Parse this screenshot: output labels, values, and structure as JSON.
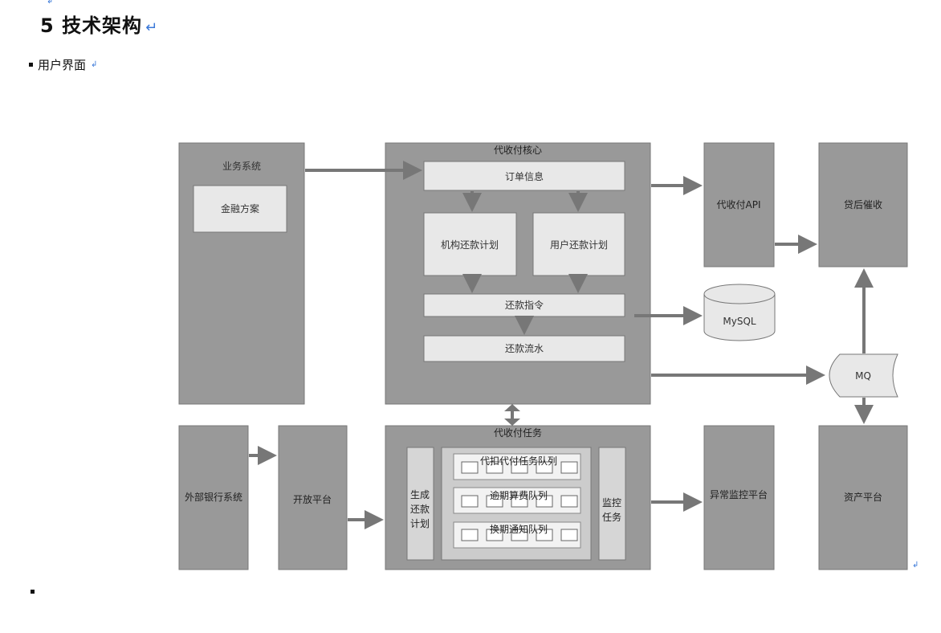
{
  "heading": {
    "number": "5",
    "title": "技术架构",
    "return_mark": "↵"
  },
  "section": {
    "label": "用户界面",
    "mark": "↲"
  },
  "end_mark": "↲",
  "colors": {
    "box_dark": "#999999",
    "box_light": "#e8e8e8",
    "stroke": "#777777",
    "arrow": "#777777",
    "text": "#333333"
  },
  "diagram": {
    "business_system": {
      "title": "业务系统",
      "finance": "金融方案"
    },
    "core": {
      "title": "代收付核心",
      "order": "订单信息",
      "inst_plan": "机构还款计划",
      "user_plan": "用户还款计划",
      "instruction": "还款指令",
      "flow": "还款流水"
    },
    "api": "代收付API",
    "collection": "贷后催收",
    "mysql": "MySQL",
    "mq": "MQ",
    "external_bank": "外部银行系统",
    "open_platform": "开放平台",
    "tasks": {
      "title": "代收付任务",
      "gen_line1": "生成",
      "gen_line2": "还款",
      "gen_line3": "计划",
      "queue1": "代扣代付任务队列",
      "queue2": "逾期算费队列",
      "queue3": "换期通知队列",
      "mon_line1": "监控",
      "mon_line2": "任务"
    },
    "anomaly": "异常监控平台",
    "asset": "资产平台"
  }
}
